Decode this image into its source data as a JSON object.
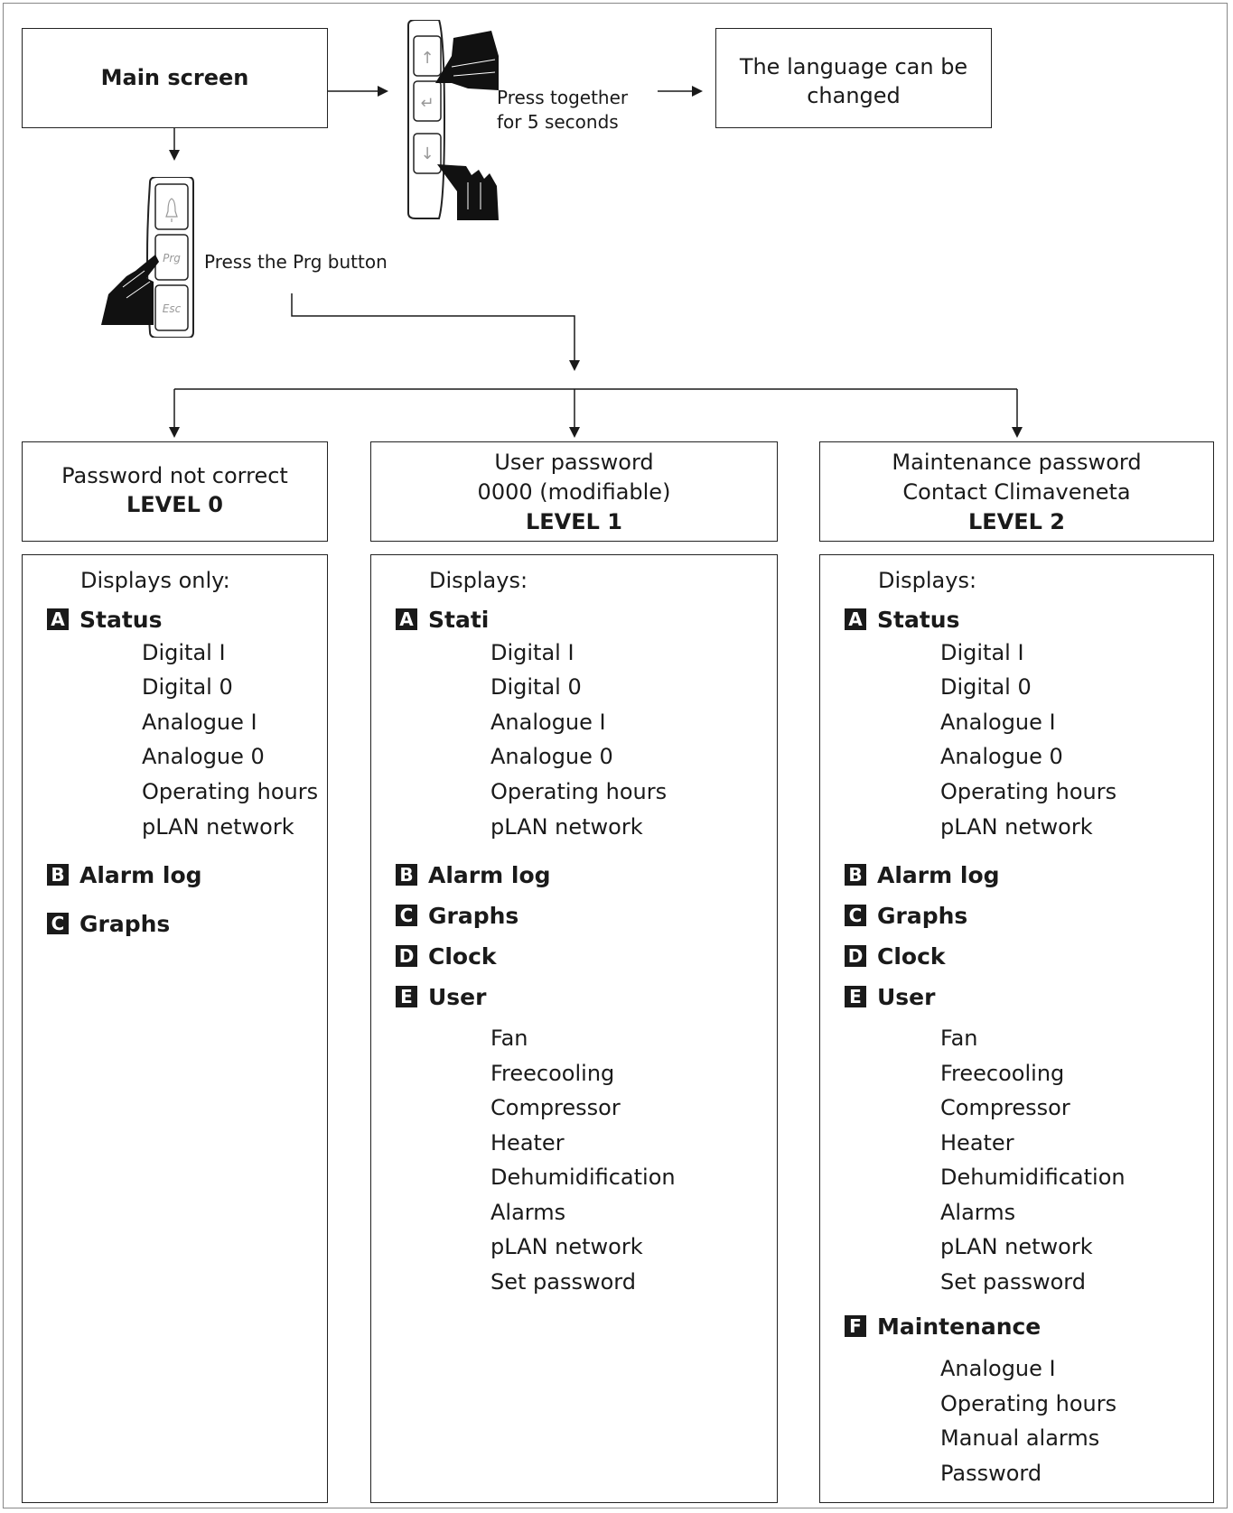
{
  "main_screen": "Main screen",
  "language_box": [
    "The language can be",
    "changed"
  ],
  "press_together": [
    "Press together",
    "for 5 seconds"
  ],
  "press_prg": "Press the Prg button",
  "keypad": {
    "prg": "Prg",
    "esc": "Esc"
  },
  "levels": [
    {
      "header": [
        "Password not correct"
      ],
      "level": "LEVEL 0",
      "displays": "Displays only:",
      "status_title": "Status",
      "status_items": [
        "Digital I",
        "Digital 0",
        "Analogue I",
        "Analogue 0",
        "Operating hours",
        "pLAN network"
      ],
      "sections": [
        {
          "letter": "B",
          "title": "Alarm log"
        },
        {
          "letter": "C",
          "title": "Graphs"
        }
      ]
    },
    {
      "header": [
        "User password",
        "0000 (modifiable)"
      ],
      "level": "LEVEL 1",
      "displays": "Displays:",
      "status_title": "Stati",
      "status_items": [
        "Digital I",
        "Digital 0",
        "Analogue I",
        "Analogue 0",
        "Operating hours",
        "pLAN network"
      ],
      "sections": [
        {
          "letter": "B",
          "title": "Alarm log"
        },
        {
          "letter": "C",
          "title": "Graphs"
        },
        {
          "letter": "D",
          "title": "Clock"
        },
        {
          "letter": "E",
          "title": "User"
        }
      ],
      "user_items": [
        "Fan",
        "Freecooling",
        "Compressor",
        "Heater",
        "Dehumidification",
        "Alarms",
        "pLAN network",
        "Set password"
      ]
    },
    {
      "header": [
        "Maintenance password",
        "Contact Climaveneta"
      ],
      "level": "LEVEL 2",
      "displays": "Displays:",
      "status_title": "Status",
      "status_items": [
        "Digital I",
        "Digital 0",
        "Analogue I",
        "Analogue 0",
        "Operating hours",
        "pLAN network"
      ],
      "sections": [
        {
          "letter": "B",
          "title": "Alarm log"
        },
        {
          "letter": "C",
          "title": "Graphs"
        },
        {
          "letter": "D",
          "title": "Clock"
        },
        {
          "letter": "E",
          "title": "User"
        }
      ],
      "user_items": [
        "Fan",
        "Freecooling",
        "Compressor",
        "Heater",
        "Dehumidification",
        "Alarms",
        "pLAN network",
        "Set password"
      ],
      "maintenance_title": "Maintenance",
      "maintenance_items": [
        "Analogue I",
        "Operating hours",
        "Manual alarms",
        "Password"
      ]
    }
  ],
  "badge_letters": {
    "a": "A",
    "f": "F"
  }
}
